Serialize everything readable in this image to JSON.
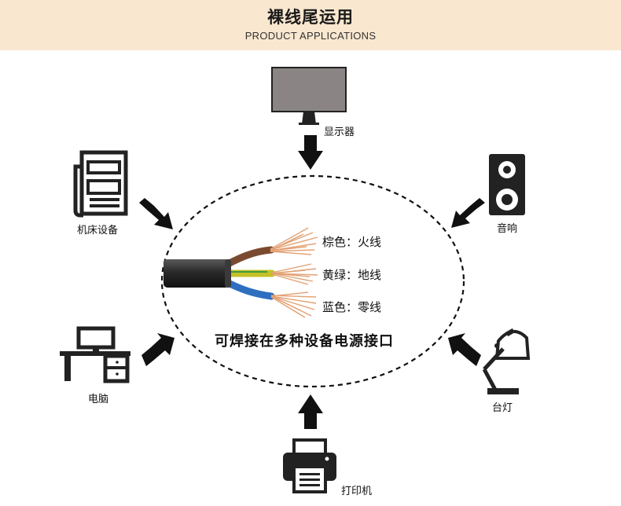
{
  "header": {
    "title": "裸线尾运用",
    "subtitle": "PRODUCT APPLICATIONS"
  },
  "center_text": "可焊接在多种设备电源接口",
  "wires": [
    {
      "label": "棕色：火线",
      "color": "#8b5a3c"
    },
    {
      "label": "黄绿：地线",
      "color": "#c8c020"
    },
    {
      "label": "蓝色：零线",
      "color": "#2f6fc0"
    }
  ],
  "devices": {
    "monitor": "显示器",
    "machine": "机床设备",
    "speaker": "音响",
    "computer": "电脑",
    "lamp": "台灯",
    "printer": "打印机"
  },
  "colors": {
    "banner_bg": "#f9e7cf",
    "icon": "#222222",
    "monitor_screen": "#8a8584",
    "copper": "#e3a173"
  }
}
